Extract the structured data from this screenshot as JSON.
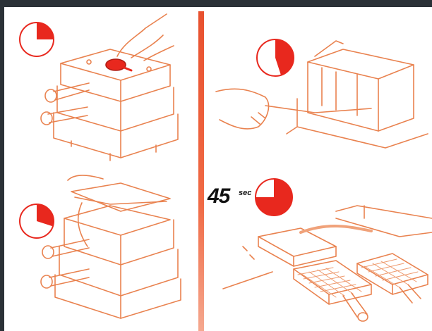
{
  "colors": {
    "accent": "#e8281e",
    "line": "#e9824f",
    "background": "#2b3137",
    "panel": "#ffffff"
  },
  "steps": [
    {
      "id": "step-1",
      "timer_fraction": 0.25
    },
    {
      "id": "step-2",
      "timer_fraction": 0.45
    },
    {
      "id": "step-3",
      "timer_fraction": 0.3
    },
    {
      "id": "step-4",
      "timer_fraction": 0.75,
      "timer_value": "45",
      "timer_unit": "sec"
    }
  ]
}
